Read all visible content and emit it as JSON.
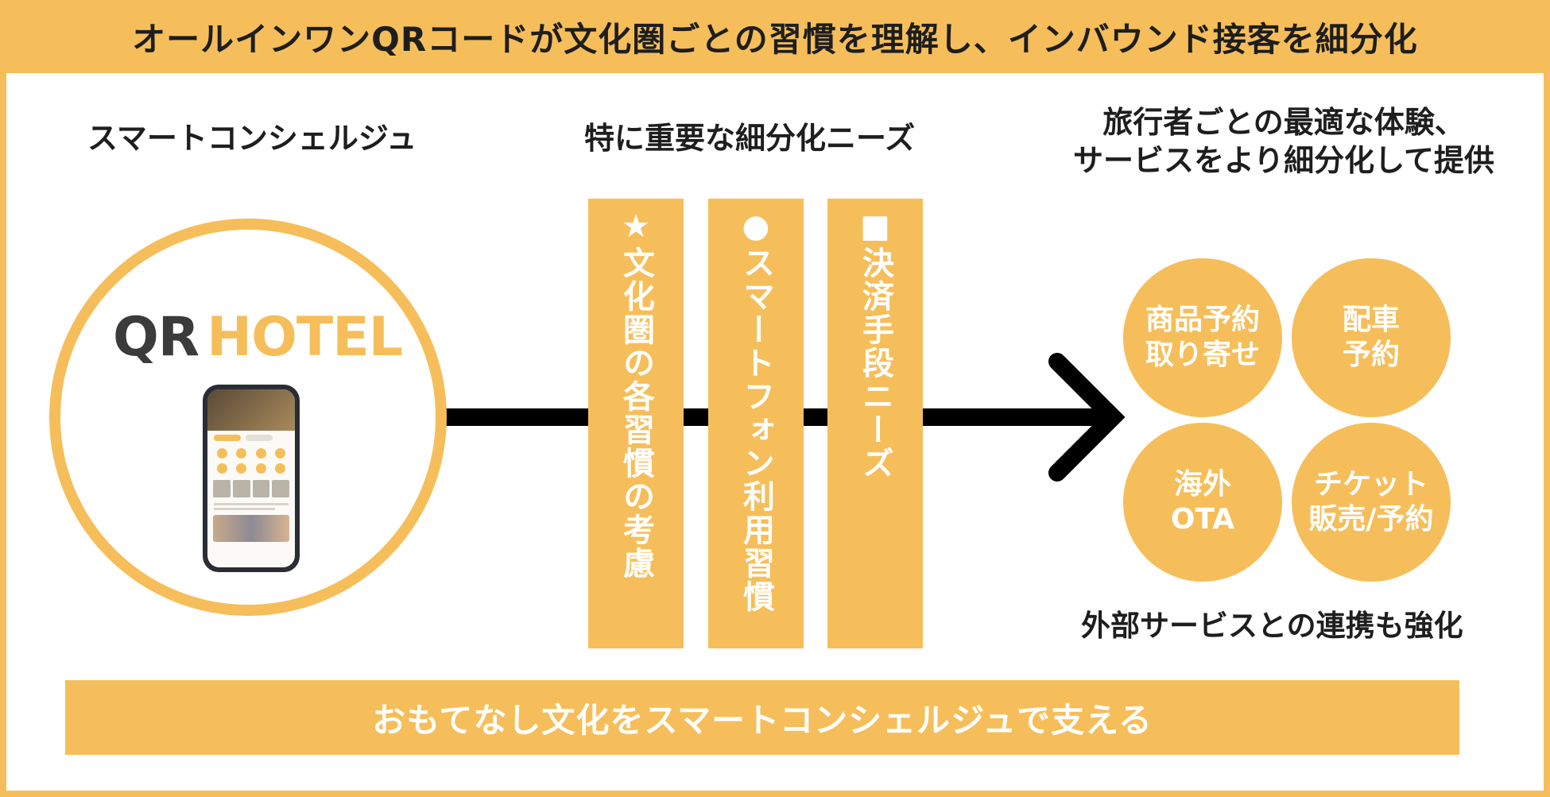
{
  "title": "オールインワンQRコードが文化圏ごとの習慣を理解し、インバウンド接客を細分化",
  "left_heading": "スマートコンシェルジュ",
  "logo": {
    "qr": "QR",
    "hotel": "HOTEL"
  },
  "center_heading": "特に重要な細分化ニーズ",
  "columns": [
    {
      "label": "★文化圏の各習慣の考慮"
    },
    {
      "label": "●スマートフォン利用習慣"
    },
    {
      "label": "■決済手段ニーズ"
    }
  ],
  "right_heading": {
    "line1": "旅行者ごとの最適な体験、",
    "line2": "サービスをより細分化して提供"
  },
  "services": [
    {
      "line1": "商品予約",
      "line2": "取り寄せ"
    },
    {
      "line1": "配車",
      "line2": "予約"
    },
    {
      "line1": "海外",
      "line2": "OTA"
    },
    {
      "line1": "チケット",
      "line2": "販売/予約"
    }
  ],
  "external_note": "外部サービスとの連携も強化",
  "bottom_banner": "おもてなし文化をスマートコンシェルジュで支える",
  "colors": {
    "accent": "#f6be5a",
    "text": "#1e1e1e",
    "arrow": "#000000"
  }
}
